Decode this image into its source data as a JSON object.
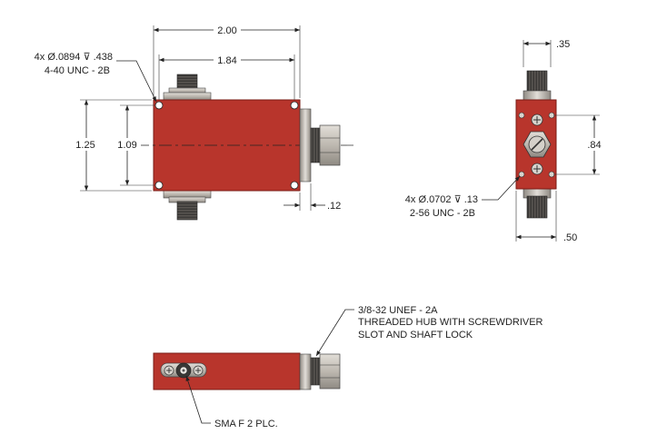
{
  "dimensions": {
    "width_overall": "2.00",
    "width_holes": "1.84",
    "height_overall": "1.25",
    "height_holes": "1.09",
    "hub_offset": ".12",
    "side_top": ".35",
    "side_height": ".84",
    "side_width": ".50"
  },
  "notes": {
    "top_holes_line1": "4x Ø.0894 ⊽ .438",
    "top_holes_line2": "4-40 UNC - 2B",
    "side_holes_line1": "4x Ø.0702 ⊽ .13",
    "side_holes_line2": "2-56 UNC - 2B",
    "hub_line1": "3/8-32 UNEF - 2A",
    "hub_line2": "THREADED HUB WITH SCREWDRIVER",
    "hub_line3": "SLOT AND SHAFT LOCK",
    "connector": "SMA F 2 PLC."
  },
  "colors": {
    "body": "#b8352c",
    "body_edge": "#7a1c16",
    "metal": "#c9c4bc",
    "metal_dark": "#6f6a63"
  }
}
